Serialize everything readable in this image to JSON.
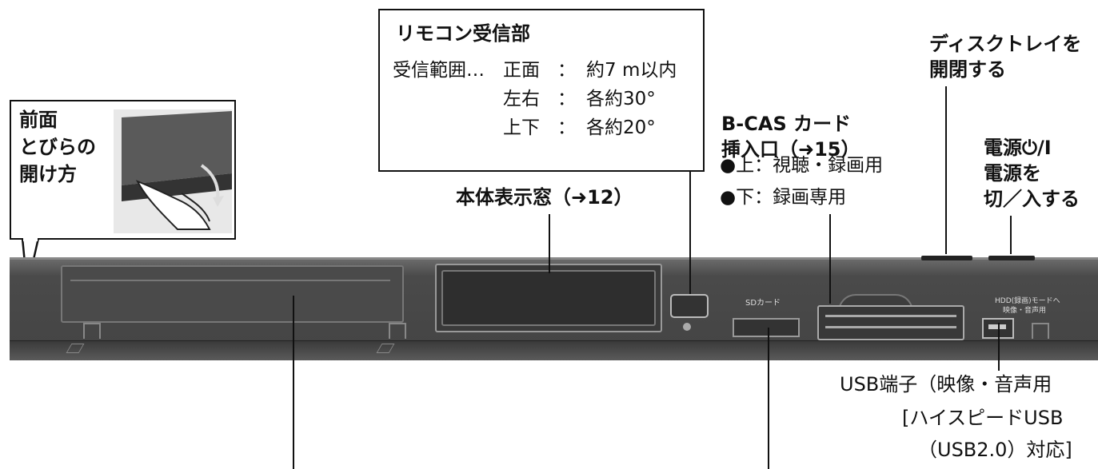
{
  "remote_receiver": {
    "title": "リモコン受信部",
    "range_label": "受信範囲…",
    "rows": [
      {
        "dir": "正面",
        "sep": "：",
        "value": "約7 m以内"
      },
      {
        "dir": "左右",
        "sep": "：",
        "value": "各約30°"
      },
      {
        "dir": "上下",
        "sep": "：",
        "value": "各約20°"
      }
    ]
  },
  "front_door": {
    "lines": [
      "前面",
      "とびらの",
      "開け方"
    ]
  },
  "display_window": {
    "label": "本体表示窓（➜12）"
  },
  "bcas": {
    "title_line1": "B-CAS カード",
    "title_line2": "挿入口（➜15）",
    "upper": "●上：視聴・録画用",
    "lower": "●下：録画専用"
  },
  "disc_tray": {
    "line1": "ディスクトレイを",
    "line2": "開閉する"
  },
  "power": {
    "line1": "電源⏻/I",
    "line2": "電源を",
    "line3": "切／入する"
  },
  "usb": {
    "line1": "USB端子（映像・音声用",
    "line2": "[ハイスピードUSB",
    "line3": "（USB2.0）対応]"
  },
  "device_labels": {
    "sd_card": "SDカード",
    "hdd_label": "HDD(録画)モードへ",
    "hdd_sub": "映像・音声用"
  }
}
